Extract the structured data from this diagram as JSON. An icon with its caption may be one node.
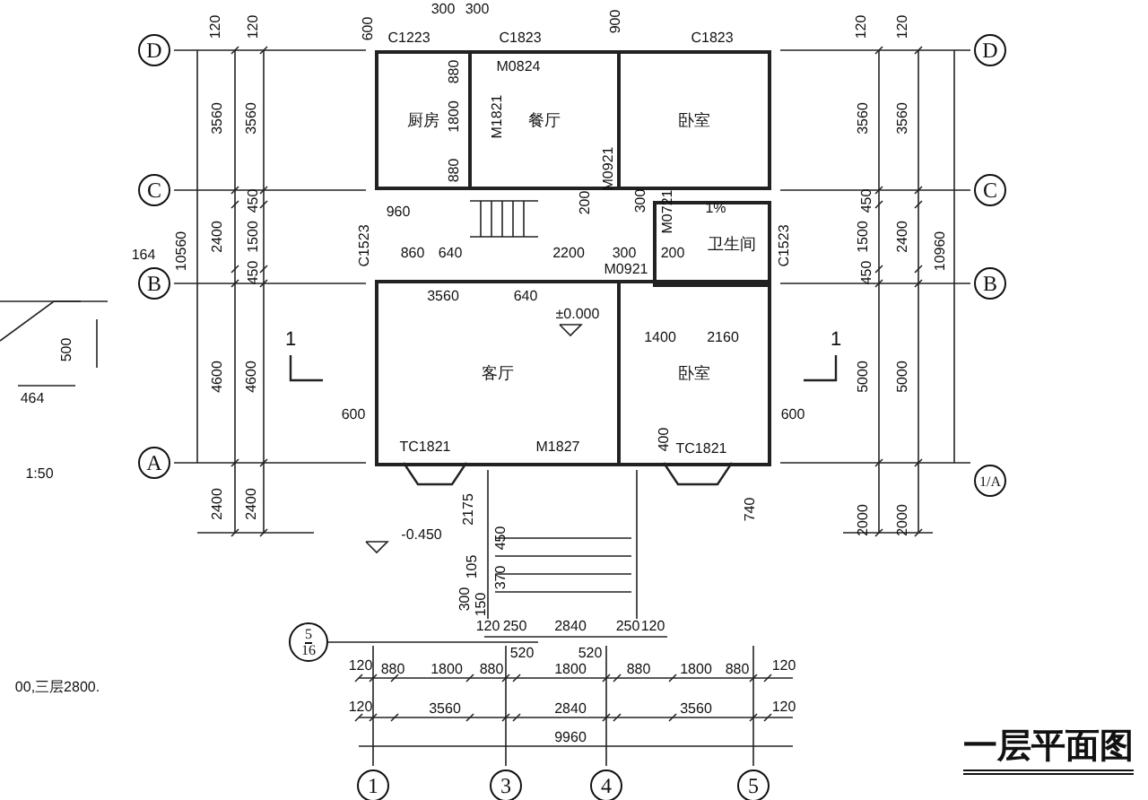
{
  "diagram": {
    "title": "一层平面图",
    "nodes": [
      {
        "text": [
          "厨房"
        ]
      },
      {
        "text": [
          "餐厅"
        ]
      },
      {
        "text": [
          "卧室"
        ]
      },
      {
        "text": [
          "卫生间"
        ]
      },
      {
        "text": [
          "客厅"
        ]
      },
      {
        "text": [
          "卧室"
        ]
      },
      {
        "text": [
          "D"
        ]
      },
      {
        "text": [
          "D"
        ]
      },
      {
        "text": [
          "C"
        ]
      },
      {
        "text": [
          "C"
        ]
      },
      {
        "text": [
          "B"
        ]
      },
      {
        "text": [
          "B"
        ]
      },
      {
        "text": [
          "A"
        ]
      },
      {
        "text": [
          "1/A"
        ]
      },
      {
        "text": [
          "5",
          "16"
        ]
      },
      {
        "text": [
          "1"
        ]
      },
      {
        "text": [
          "3"
        ]
      },
      {
        "text": [
          "4"
        ]
      },
      {
        "text": [
          "5"
        ]
      }
    ],
    "labels": [
      "300",
      "300",
      "600",
      "C1223",
      "C1823",
      "900",
      "C1823",
      "120",
      "120",
      "120",
      "120",
      "M0824",
      "880",
      "1800",
      "M1821",
      "880",
      "3560",
      "3560",
      "3560",
      "3560",
      "M0921",
      "450",
      "960",
      "200",
      "300",
      "M0721",
      "1%",
      "450",
      "10560",
      "2400",
      "1500",
      "C1523",
      "860",
      "640",
      "2200",
      "300",
      "200",
      "C1523",
      "1500",
      "2400",
      "10960",
      "164",
      "450",
      "M0921",
      "450",
      "3560",
      "640",
      "±0.000",
      "500",
      "1",
      "1400",
      "2160",
      "1",
      "4600",
      "4600",
      "5000",
      "5000",
      "464",
      "600",
      "600",
      "TC1821",
      "M1827",
      "400",
      "TC1821",
      "1:50",
      "2400",
      "2400",
      "2175",
      "740",
      "2000",
      "2000",
      "-0.450",
      "450",
      "105",
      "370",
      "300",
      "150",
      "120",
      "250",
      "2840",
      "250",
      "120",
      "520",
      "520",
      "120",
      "880",
      "1800",
      "880",
      "1800",
      "880",
      "1800",
      "880",
      "120",
      "00,三层2800.",
      "120",
      "3560",
      "2840",
      "3560",
      "120",
      "9960"
    ]
  }
}
